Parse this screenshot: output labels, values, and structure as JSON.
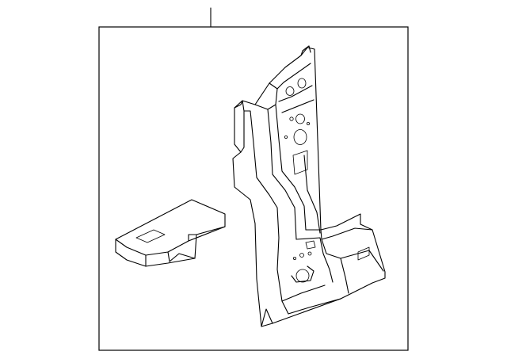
{
  "diagram": {
    "frame_stroke": "#000000",
    "background": "#ffffff",
    "parts": [
      {
        "icon": "pillar-panel-drawing"
      },
      {
        "icon": "bracket-plate-drawing"
      }
    ],
    "callouts": [
      {
        "icon": "callout-leader-line"
      }
    ]
  }
}
